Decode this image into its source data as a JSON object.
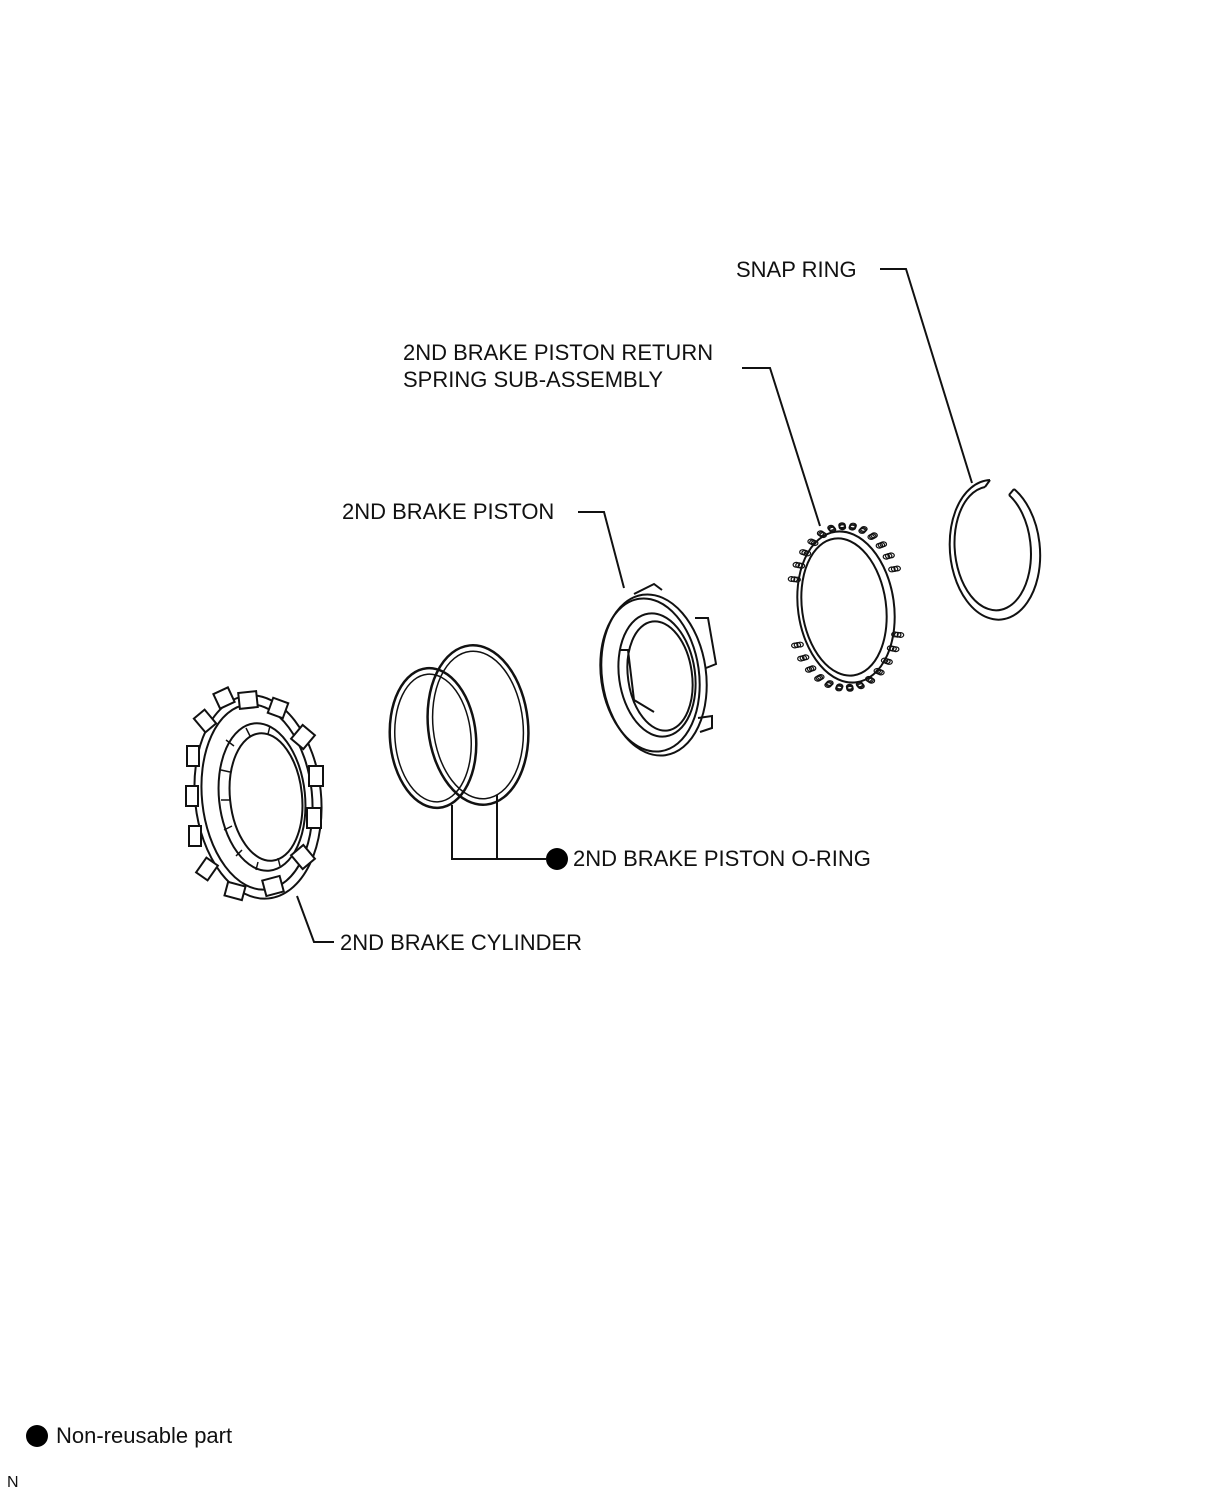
{
  "labels": {
    "snap_ring": "SNAP RING",
    "return_spring_line1": "2ND BRAKE PISTON RETURN",
    "return_spring_line2": "SPRING SUB-ASSEMBLY",
    "piston": "2ND BRAKE PISTON",
    "o_ring": "2ND BRAKE PISTON O-RING",
    "cylinder": "2ND BRAKE CYLINDER"
  },
  "legend": {
    "non_reusable": "Non-reusable part",
    "marker_icon": "filled-circle-icon"
  },
  "figure_code": "N",
  "colors": {
    "line": "#111111",
    "background": "#ffffff"
  }
}
